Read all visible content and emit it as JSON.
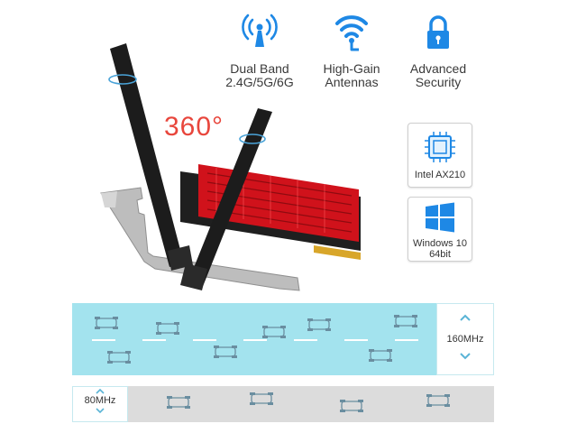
{
  "features": [
    {
      "icon": "wifi-tower-icon",
      "label": "Dual Band\n2.4G/5G/6G",
      "color": "#1e88e5"
    },
    {
      "icon": "wifi-signal-icon",
      "label": "High-Gain\nAntennas",
      "color": "#1e88e5"
    },
    {
      "icon": "padlock-icon",
      "label": "Advanced\nSecurity",
      "color": "#1e88e5"
    }
  ],
  "rotation_label": "360°",
  "specs": [
    {
      "icon": "chip-icon",
      "label": "Intel AX210"
    },
    {
      "icon": "windows-logo-icon",
      "label": "Windows 10\n64bit"
    }
  ],
  "bands": {
    "wide": {
      "label": "160MHz",
      "color": "#a3e3ee"
    },
    "narrow": {
      "label": "80MHz",
      "color": "#dcdcdc"
    }
  },
  "colors": {
    "heatsink": "#d0121b",
    "antenna": "#1c1c1c",
    "bracket": "#b9b9b9",
    "pcb": "#1f1f1f",
    "gold_contacts": "#d8a62a"
  }
}
